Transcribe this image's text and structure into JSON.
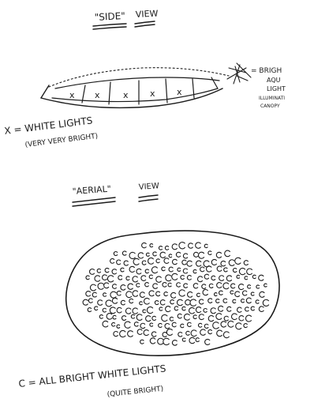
{
  "side_view": {
    "title_quoted": "\"SIDE\"",
    "title_word": "VIEW",
    "cell_marks": [
      "x",
      "x",
      "x",
      "x",
      "x"
    ],
    "right_label_lines": [
      "= BRIGH",
      "AQU",
      "LIGHT",
      "ILLUMINATI",
      "CANOPY"
    ],
    "legend_lines": [
      "X = WHITE LIGHTS",
      "(VERY VERY BRIGHT)"
    ]
  },
  "aerial_view": {
    "title_quoted": "\"AERIAL\"",
    "title_word": "VIEW",
    "legend_lines": [
      "C = ALL BRIGHT WHITE LIGHTS",
      "(QUITE BRIGHT)"
    ]
  }
}
